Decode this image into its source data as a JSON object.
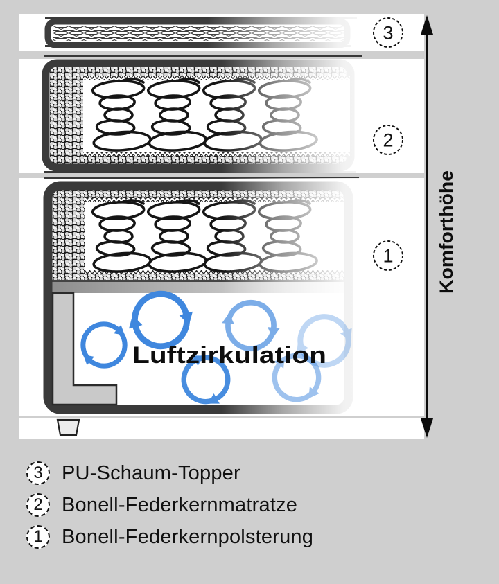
{
  "diagram": {
    "comfort_height_label": "Komforthöhe",
    "air_circulation_label": "Luftzirkulation",
    "markers": [
      {
        "number": "3"
      },
      {
        "number": "2"
      },
      {
        "number": "1"
      }
    ]
  },
  "legend": {
    "items": [
      {
        "number": "3",
        "label": "PU-Schaum-Topper"
      },
      {
        "number": "2",
        "label": "Bonell-Federkernmatratze"
      },
      {
        "number": "1",
        "label": "Bonell-Federkernpolsterung"
      }
    ]
  },
  "colors": {
    "background": "#cfcfcf",
    "panel_white": "#ffffff",
    "outline_dark": "#3a3a3a",
    "platform_gray": "#8d8d8d",
    "frame_gray": "#c9c9c9",
    "arrow_blue": "#3f87de",
    "text_black": "#101010"
  }
}
